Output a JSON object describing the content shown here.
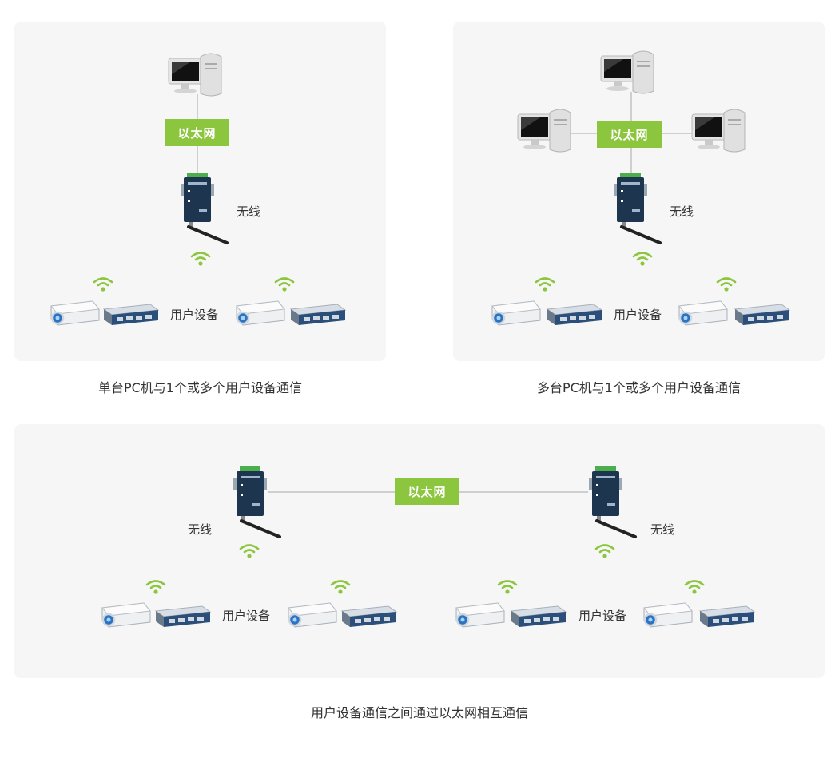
{
  "ethernet_label": "以太网",
  "wireless_label": "无线",
  "user_device_label": "用户设备",
  "captions": {
    "single_pc": "单台PC机与1个或多个用户设备通信",
    "multi_pc": "多台PC机与1个或多个用户设备通信",
    "peer": "用户设备通信之间通过以太网相互通信"
  },
  "colors": {
    "panel_bg": "#f6f6f6",
    "ethernet_badge": "#8cc63f",
    "wifi": "#8cc63f",
    "connector_line": "#cfcfcf",
    "server_body": "#1e3550"
  },
  "icons": {
    "pc": "desktop-computer-icon",
    "server": "serial-server-icon",
    "wifi": "wifi-signal-icon",
    "projector": "projector-icon",
    "switch": "network-switch-icon"
  }
}
